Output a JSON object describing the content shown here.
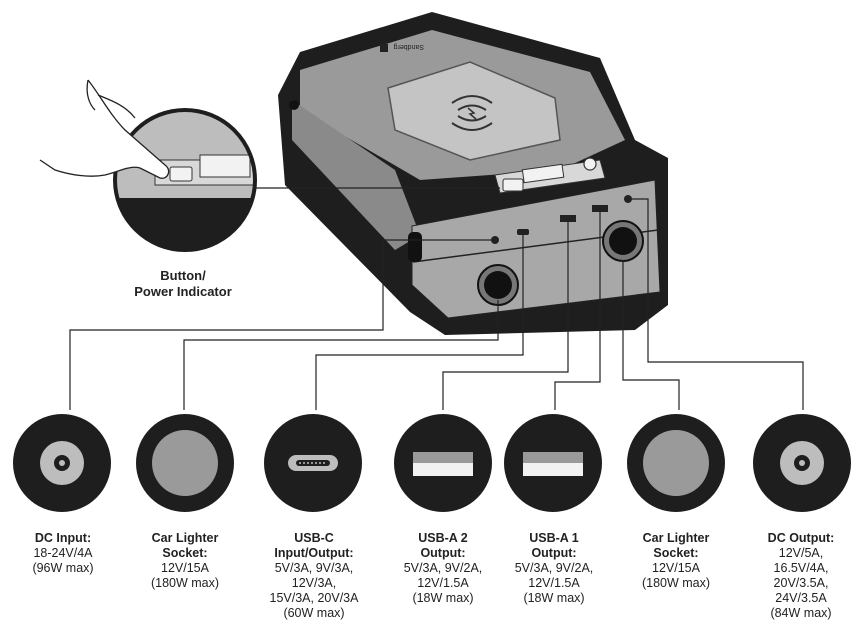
{
  "brand": "Sandberg",
  "button_label": "Button/\nPower Indicator",
  "ports": [
    {
      "name": "DC Input:",
      "spec": "18-24V/4A\n(96W max)",
      "icon": "dc-jack-icon"
    },
    {
      "name": "Car Lighter\nSocket:",
      "spec": "12V/15A\n(180W max)",
      "icon": "car-lighter-socket-icon"
    },
    {
      "name": "USB-C\nInput/Output:",
      "spec": "5V/3A, 9V/3A,\n12V/3A,\n15V/3A, 20V/3A\n(60W max)",
      "icon": "usb-c-port-icon"
    },
    {
      "name": "USB-A 2\nOutput:",
      "spec": "5V/3A, 9V/2A,\n12V/1.5A\n(18W max)",
      "icon": "usb-a-port-icon"
    },
    {
      "name": "USB-A 1\nOutput:",
      "spec": "5V/3A, 9V/2A,\n12V/1.5A\n(18W max)",
      "icon": "usb-a-port-icon"
    },
    {
      "name": "Car Lighter\nSocket:",
      "spec": "12V/15A\n(180W max)",
      "icon": "car-lighter-socket-icon"
    },
    {
      "name": "DC Output:",
      "spec": "12V/5A,\n16.5V/4A,\n20V/3.5A,\n24V/3.5A\n(84W max)",
      "icon": "dc-jack-icon"
    }
  ]
}
